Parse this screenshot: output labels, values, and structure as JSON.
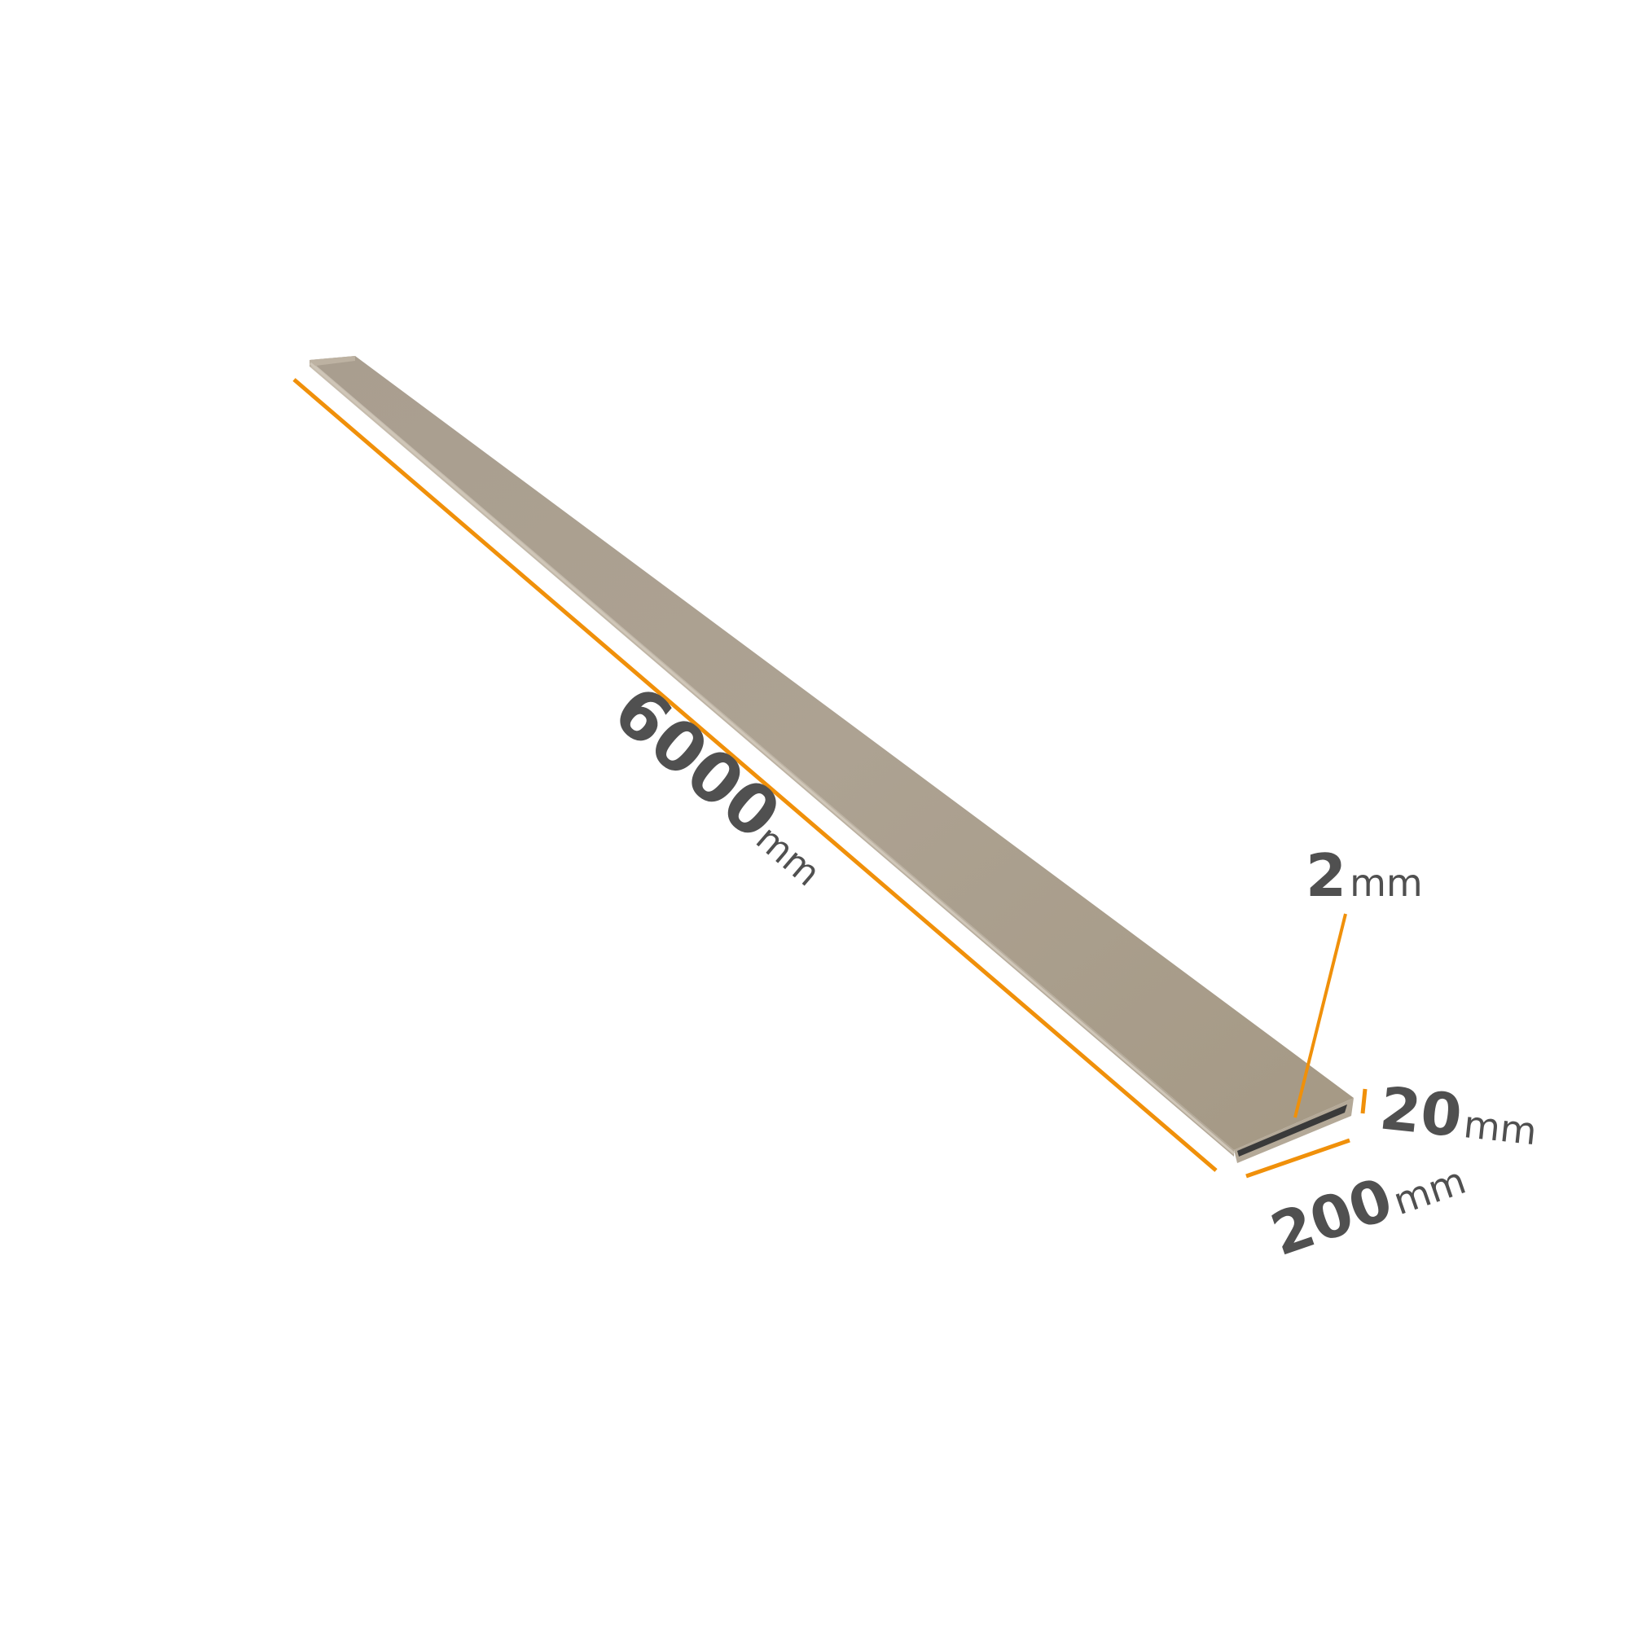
{
  "dimensions": {
    "length": {
      "value": "6000",
      "unit": "mm"
    },
    "wall_thickness": {
      "value": "2",
      "unit": "mm"
    },
    "height": {
      "value": "20",
      "unit": "mm"
    },
    "width": {
      "value": "200",
      "unit": "mm"
    }
  },
  "colors": {
    "tube_top": "#a89c8b",
    "tube_side": "#b8ad9c",
    "tube_edge": "#c9bfb0",
    "tube_inside": "#3a3a3a",
    "dimension_line": "#f0900a",
    "label_text": "#505050",
    "background": "#ffffff"
  }
}
